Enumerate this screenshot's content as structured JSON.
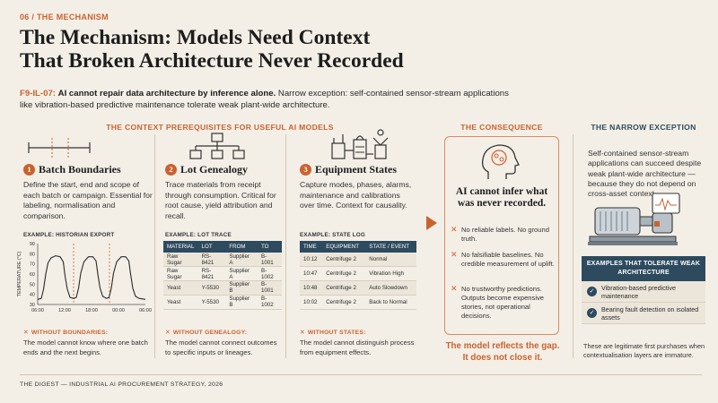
{
  "header": {
    "kicker": "06 / THE MECHANISM",
    "title_line1": "The Mechanism: Models Need Context",
    "title_line2": "That Broken Architecture Never Recorded",
    "lead_code": "F9-IL-07:",
    "lead_bold": "AI cannot repair data architecture by inference alone.",
    "lead_rest": "Narrow exception: self-contained sensor-stream applications like vibration-based predictive maintenance tolerate weak plant-wide architecture."
  },
  "sections": {
    "prereq_title": "THE CONTEXT PREREQUISITES FOR USEFUL AI MODELS",
    "consequence_title": "THE CONSEQUENCE",
    "exception_title": "THE NARROW EXCEPTION"
  },
  "columns": [
    {
      "num": "1",
      "icon": "batch-timeline-icon",
      "title": "Batch Boundaries",
      "desc": "Define the start, end and scope of each batch or campaign. Essential for labeling, normalisation and comparison.",
      "example_label": "EXAMPLE: HISTORIAN EXPORT",
      "without_label": "WITHOUT BOUNDARIES:",
      "without_desc": "The model cannot know where one batch ends and the next begins."
    },
    {
      "num": "2",
      "icon": "genealogy-tree-icon",
      "title": "Lot Genealogy",
      "desc": "Trace materials from receipt through consumption. Critical for root cause, yield attribution and recall.",
      "example_label": "EXAMPLE: LOT TRACE",
      "without_label": "WITHOUT GENEALOGY:",
      "without_desc": "The model cannot connect outcomes to specific inputs or lineages."
    },
    {
      "num": "3",
      "icon": "plant-equipment-icon",
      "title": "Equipment States",
      "desc": "Capture modes, phases, alarms, maintenance and calibrations over time. Context for causality.",
      "example_label": "EXAMPLE: STATE LOG",
      "without_label": "WITHOUT STATES:",
      "without_desc": "The model cannot distinguish process from equipment effects."
    }
  ],
  "chart_data": {
    "type": "line",
    "title": "",
    "xlabel": "",
    "ylabel": "TEMPERATURE (°C)",
    "x_ticks": [
      "06:00",
      "12:00",
      "18:00",
      "00:00",
      "06:00"
    ],
    "y_ticks": [
      30,
      40,
      50,
      60,
      70,
      80,
      90
    ],
    "ylim": [
      30,
      90
    ],
    "xlim": [
      0,
      24
    ],
    "grid": false,
    "series": [
      {
        "x": [
          0,
          0.8,
          1.3,
          1.8,
          2.3,
          3,
          4,
          5,
          5.7,
          6.1,
          6.6,
          7.2,
          8,
          8.6,
          9.1,
          9.6,
          10.3,
          11.3,
          12.3,
          13,
          13.4,
          13.9,
          14.5,
          15.3,
          15.9,
          16.4,
          16.9,
          17.6,
          18.6,
          19.6,
          20.3,
          20.7,
          21.2,
          21.8,
          22.6,
          24
        ],
        "y": [
          35,
          36,
          45,
          60,
          71,
          76,
          78,
          77,
          72,
          58,
          45,
          37,
          36,
          37,
          46,
          61,
          72,
          77,
          77,
          73,
          60,
          46,
          38,
          36,
          37,
          46,
          61,
          72,
          77,
          77,
          73,
          60,
          46,
          38,
          36,
          35
        ]
      }
    ]
  },
  "lot_table": {
    "columns": [
      "MATERIAL",
      "LOT",
      "FROM",
      "TO"
    ],
    "rows": [
      [
        "Raw Sugar",
        "RS-8421",
        "Supplier A",
        "B-1001"
      ],
      [
        "Raw Sugar",
        "RS-8421",
        "Supplier A",
        "B-1002"
      ],
      [
        "Yeast",
        "Y-5530",
        "Supplier B",
        "B-1001"
      ],
      [
        "Yeast",
        "Y-5530",
        "Supplier B",
        "B-1002"
      ]
    ]
  },
  "state_table": {
    "columns": [
      "TIME",
      "EQUIPMENT",
      "STATE / EVENT"
    ],
    "rows": [
      [
        "10:12",
        "Centrifuge 2",
        "Normal"
      ],
      [
        "10:47",
        "Centrifuge 2",
        "Vibration High"
      ],
      [
        "10:48",
        "Centrifuge 2",
        "Auto Slowdown"
      ],
      [
        "10:02",
        "Centrifuge 2",
        "Back to Normal"
      ]
    ]
  },
  "consequence": {
    "icon": "head-brain-icon",
    "headline": "AI cannot infer what was never recorded.",
    "items": [
      "No reliable labels. No ground truth.",
      "No falsifiable baselines. No credible measurement of uplift.",
      "No trustworthy predictions. Outputs become expensive stories, not operational decisions."
    ],
    "gap_line1": "The model reflects the gap.",
    "gap_line2": "It does not close it."
  },
  "exception": {
    "desc": "Self-contained sensor-stream applications can succeed despite weak plant-wide architecture — because they do not depend on cross-asset context.",
    "icon": "motor-vibration-icon",
    "box_title": "EXAMPLES THAT TOLERATE WEAK ARCHITECTURE",
    "items": [
      "Vibration-based predictive maintenance",
      "Bearing fault detection on isolated assets"
    ],
    "note": "These are legitimate first purchases when contextualisation layers are immature."
  },
  "footer": "THE DIGEST — INDUSTRIAL AI PROCUREMENT STRATEGY, 2026",
  "colors": {
    "accent": "#c9622f",
    "navy": "#2d4a5f",
    "background": "#f4efe6"
  }
}
